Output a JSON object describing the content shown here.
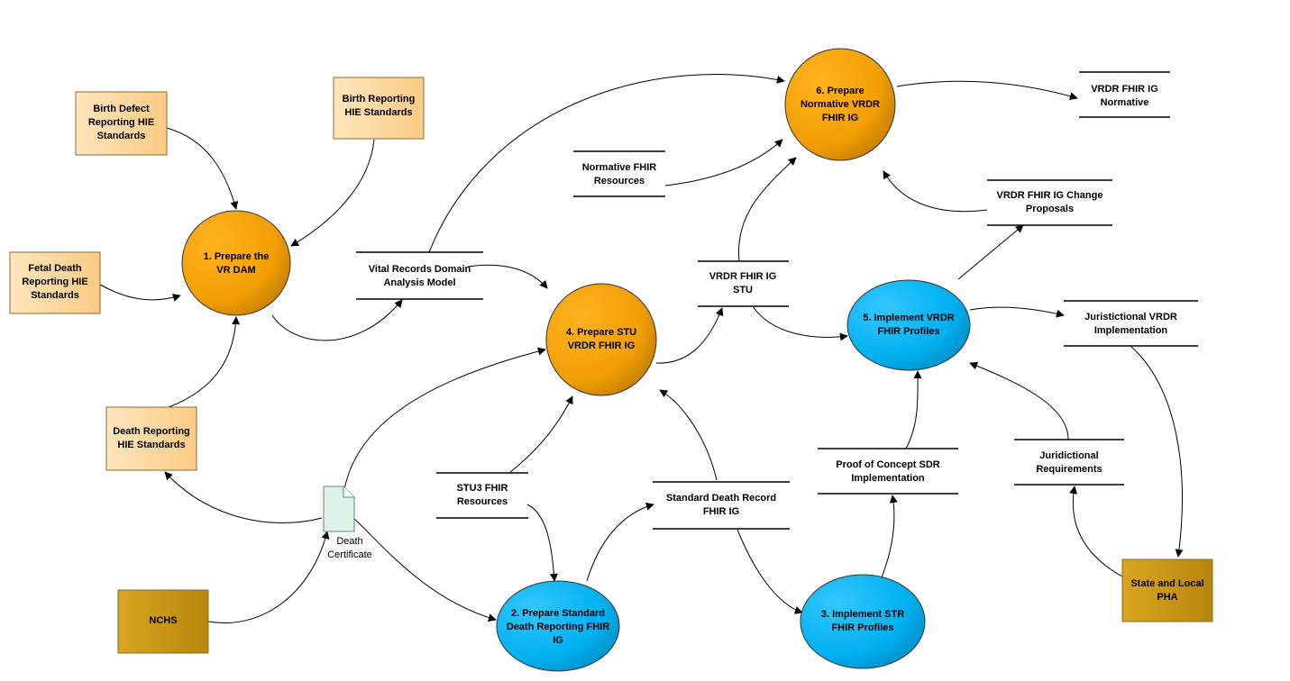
{
  "colors": {
    "process_orange": "#f29f05",
    "process_blue": "#00b0f0",
    "entity_light": "#fdd9a0",
    "entity_dark": "#d4a017",
    "document": "#dff2e8",
    "arrow": "#000000"
  },
  "processes": {
    "p1": "1. Prepare the VR DAM",
    "p2": "2. Prepare Standard Death Reporting FHIR IG",
    "p3": "3. Implement STR FHIR Profiles",
    "p4": "4. Prepare STU VRDR FHIR IG",
    "p5": "5. Implement VRDR FHIR Profiles",
    "p6": "6. Prepare Normative VRDR FHIR IG"
  },
  "entities": {
    "birth_defect": "Birth Defect Reporting HIE Standards",
    "birth_reporting": "Birth Reporting HIE Standards",
    "fetal_death": "Fetal Death Reporting HIE Standards",
    "death_reporting": "Death Reporting HIE Standards",
    "nchs": "NCHS",
    "state_local": "State and Local PHA"
  },
  "stores": {
    "vital_records_dam": "Vital Records Domain Analysis Model",
    "normative_fhir": "Normative FHIR Resources",
    "vrdr_stu": "VRDR FHIR IG STU",
    "vrdr_normative": "VRDR FHIR IG Normative",
    "change_proposals": "VRDR FHIR IG Change Proposals",
    "juris_impl": "Juristictional VRDR Implementation",
    "stu3_fhir": "STU3 FHIR Resources",
    "sdr_fhir": "Standard Death Record FHIR IG",
    "poc_sdr": "Proof of Concept SDR Implementation",
    "juris_req": "Juridictional Requirements"
  },
  "document": {
    "death_certificate": "Death Certificate"
  }
}
